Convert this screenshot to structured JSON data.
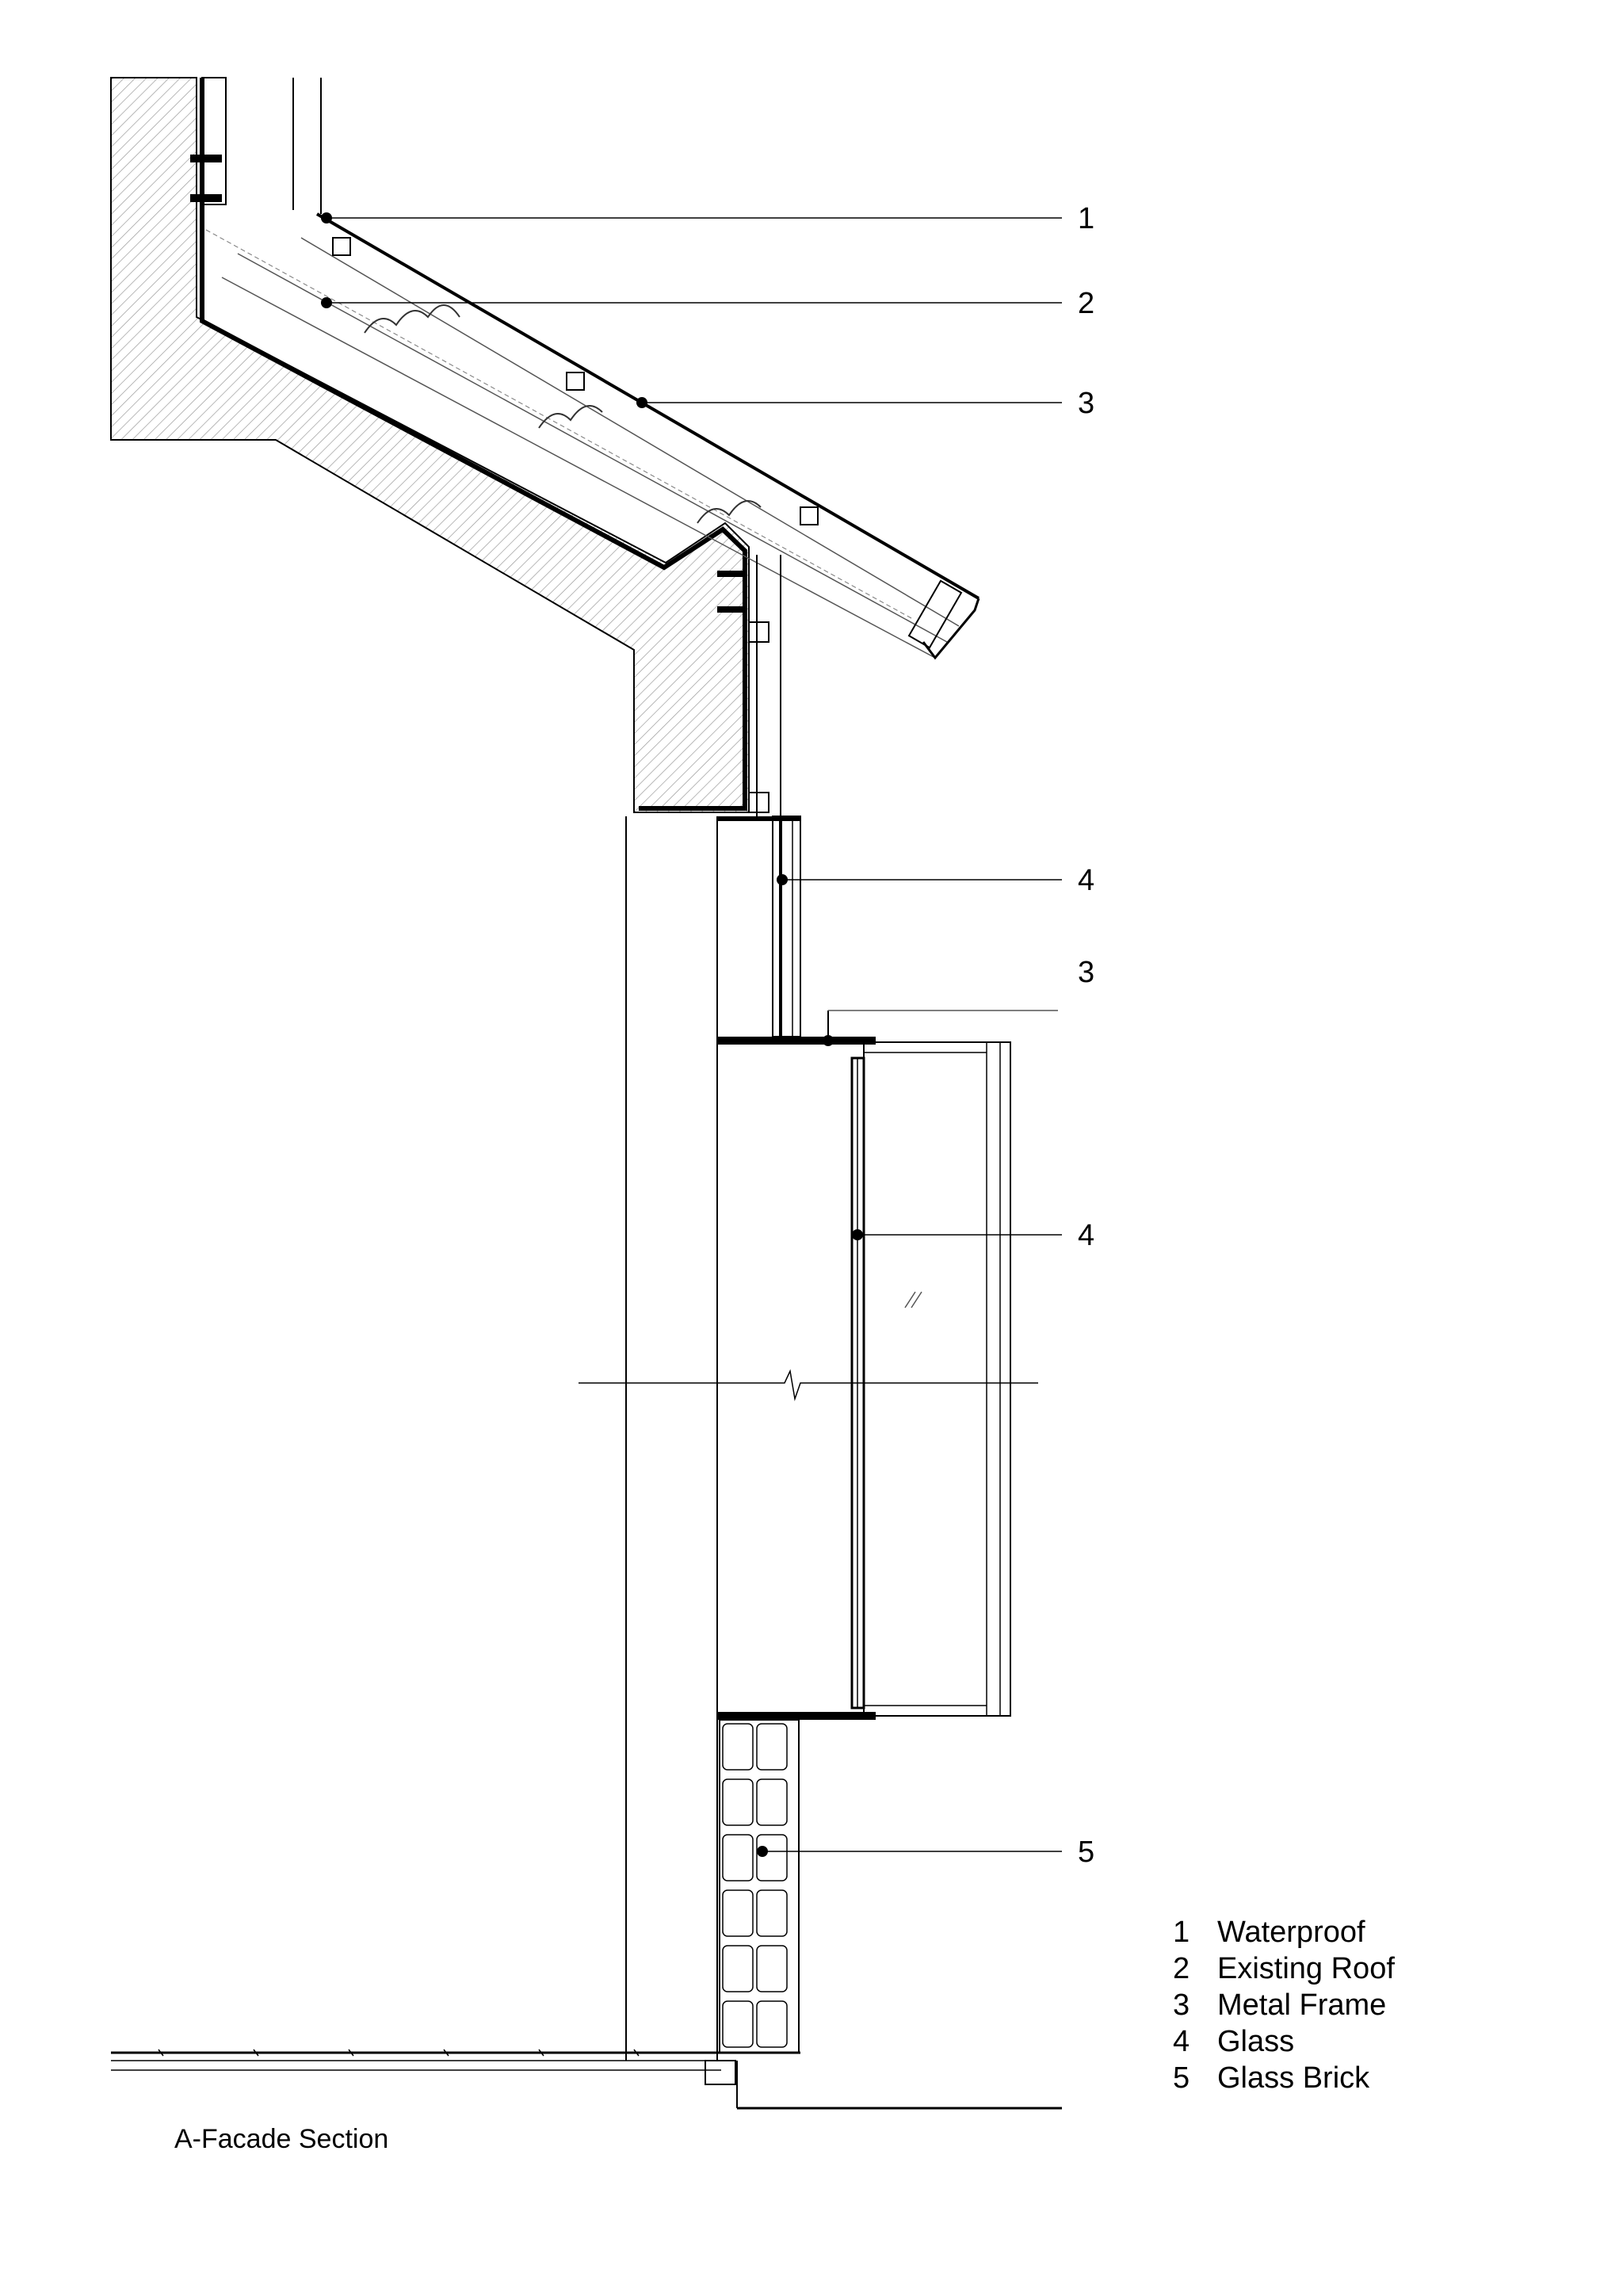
{
  "title": "A-Facade Section",
  "callouts": [
    "1",
    "2",
    "3",
    "4",
    "3",
    "4",
    "5"
  ],
  "legend": [
    {
      "num": "1",
      "label": "Waterproof"
    },
    {
      "num": "2",
      "label": "Existing Roof"
    },
    {
      "num": "3",
      "label": "Metal Frame"
    },
    {
      "num": "4",
      "label": "Glass"
    },
    {
      "num": "5",
      "label": "Glass Brick"
    }
  ]
}
